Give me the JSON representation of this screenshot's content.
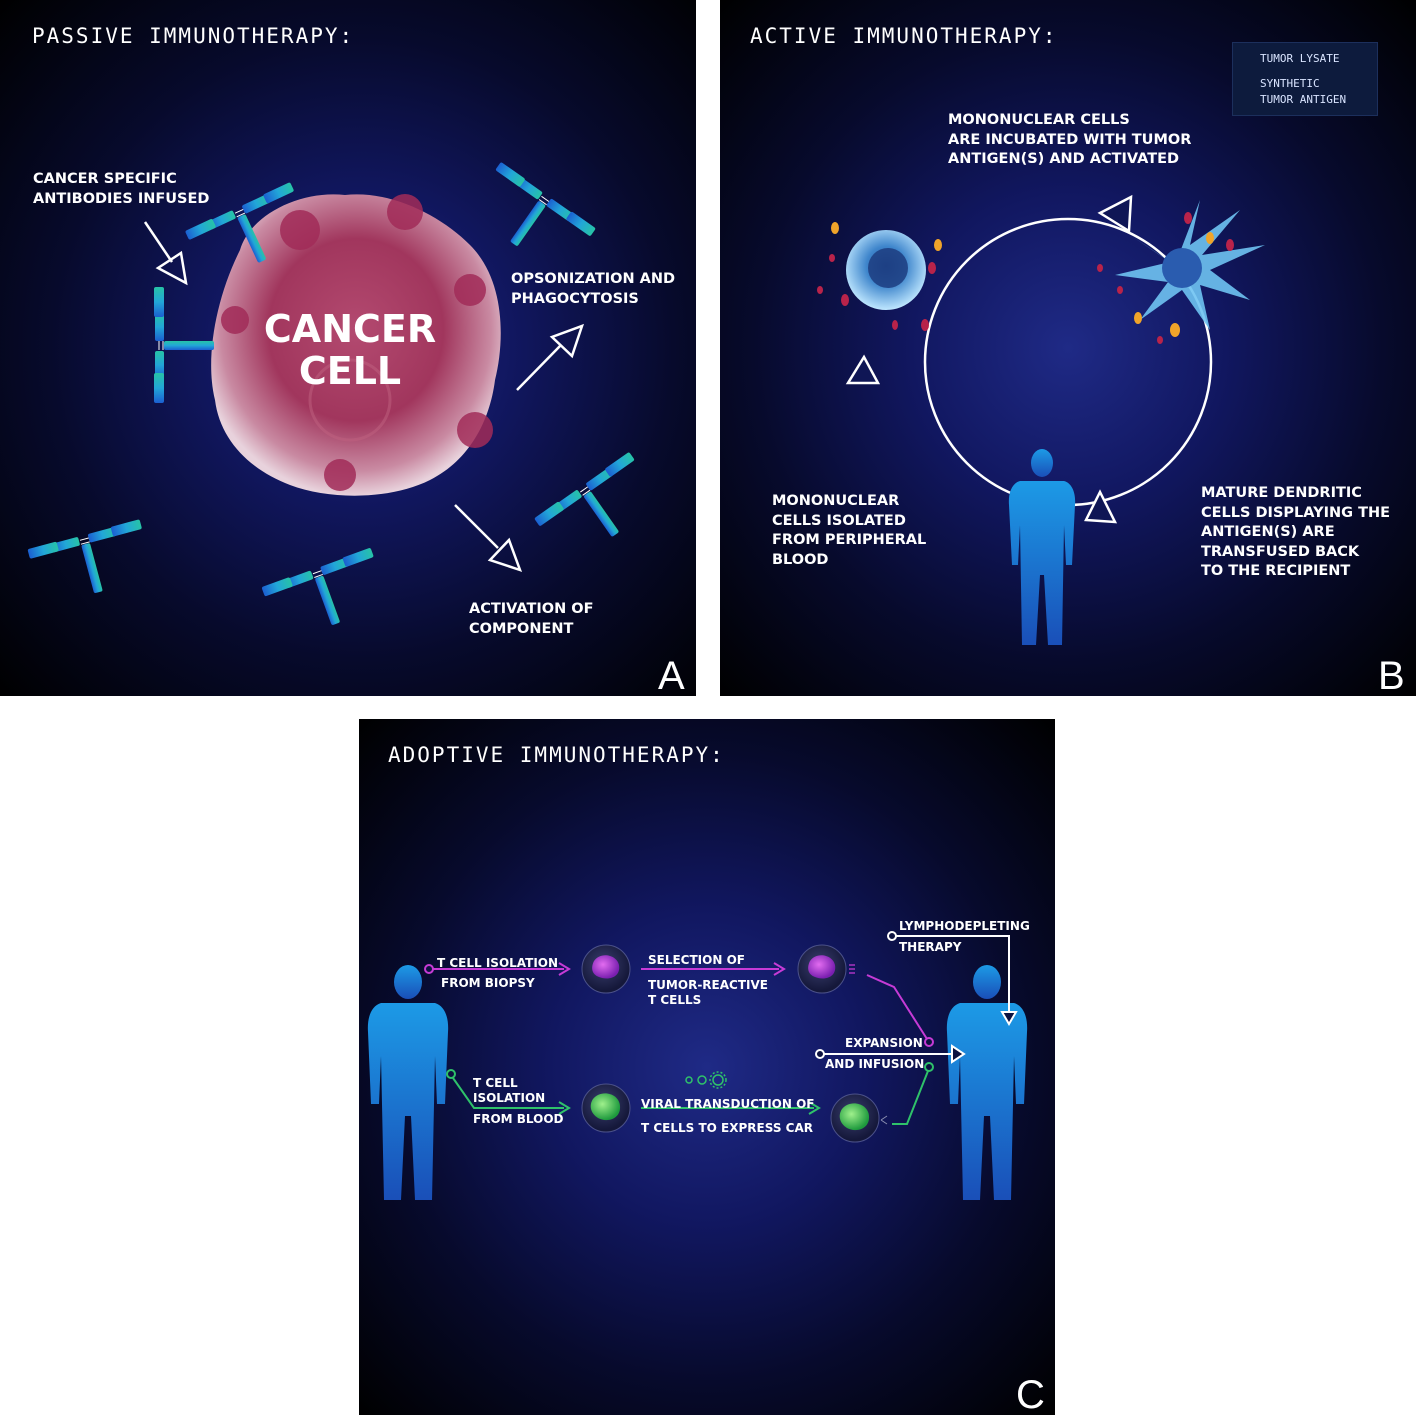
{
  "panel_a": {
    "title": "PASSIVE IMMUNOTHERAPY:",
    "cell_line1": "CANCER",
    "cell_line2": "CELL",
    "label_antibodies_line1": "CANCER SPECIFIC",
    "label_antibodies_line2": "ANTIBODIES INFUSED",
    "label_opsonization_line1": "OPSONIZATION AND",
    "label_opsonization_line2": "PHAGOCYTOSIS",
    "label_activation_line1": "ACTIVATION OF",
    "label_activation_line2": "COMPONENT",
    "letter": "A"
  },
  "panel_b": {
    "title": "ACTIVE IMMUNOTHERAPY:",
    "legend_lysate": "TUMOR LYSATE",
    "legend_synthetic_line1": "SYNTHETIC",
    "legend_synthetic_line2": "TUMOR ANTIGEN",
    "step_incubated_line1": "MONONUCLEAR CELLS",
    "step_incubated_line2": "ARE INCUBATED WITH TUMOR",
    "step_incubated_line3": "ANTIGEN(S) AND ACTIVATED",
    "step_isolated_line1": "MONONUCLEAR",
    "step_isolated_line2": "CELLS ISOLATED",
    "step_isolated_line3": "FROM PERIPHERAL",
    "step_isolated_line4": "BLOOD",
    "step_mature_line1": "MATURE DENDRITIC",
    "step_mature_line2": "CELLS DISPLAYING THE",
    "step_mature_line3": "ANTIGEN(S) ARE",
    "step_mature_line4": "TRANSFUSED BACK",
    "step_mature_line5": "TO THE RECIPIENT",
    "letter": "B"
  },
  "panel_c": {
    "title": "ADOPTIVE IMMUNOTHERAPY:",
    "biopsy_line1": "T CELL ISOLATION",
    "biopsy_line2": "FROM BIOPSY",
    "selection_line1": "SELECTION OF",
    "selection_line2": "TUMOR-REACTIVE",
    "selection_line3": "T CELLS",
    "lympho_line1": "LYMPHODEPLETING",
    "lympho_line2": "THERAPY",
    "expansion_line1": "EXPANSION",
    "expansion_line2": "AND INFUSION",
    "blood_line1": "T CELL",
    "blood_line2": "ISOLATION",
    "blood_line3": "FROM BLOOD",
    "viral_line1": "VIRAL TRANSDUCTION OF",
    "viral_line2": "T CELLS TO EXPRESS CAR",
    "letter": "C"
  },
  "colors": {
    "magenta": "#c63bd6",
    "green": "#2fc26a",
    "antibody": "#1a8fd6",
    "cancer": "#a83a63",
    "lysate": "#f0a42a",
    "synthetic": "#b8234a",
    "human": "#1c8ae0"
  }
}
